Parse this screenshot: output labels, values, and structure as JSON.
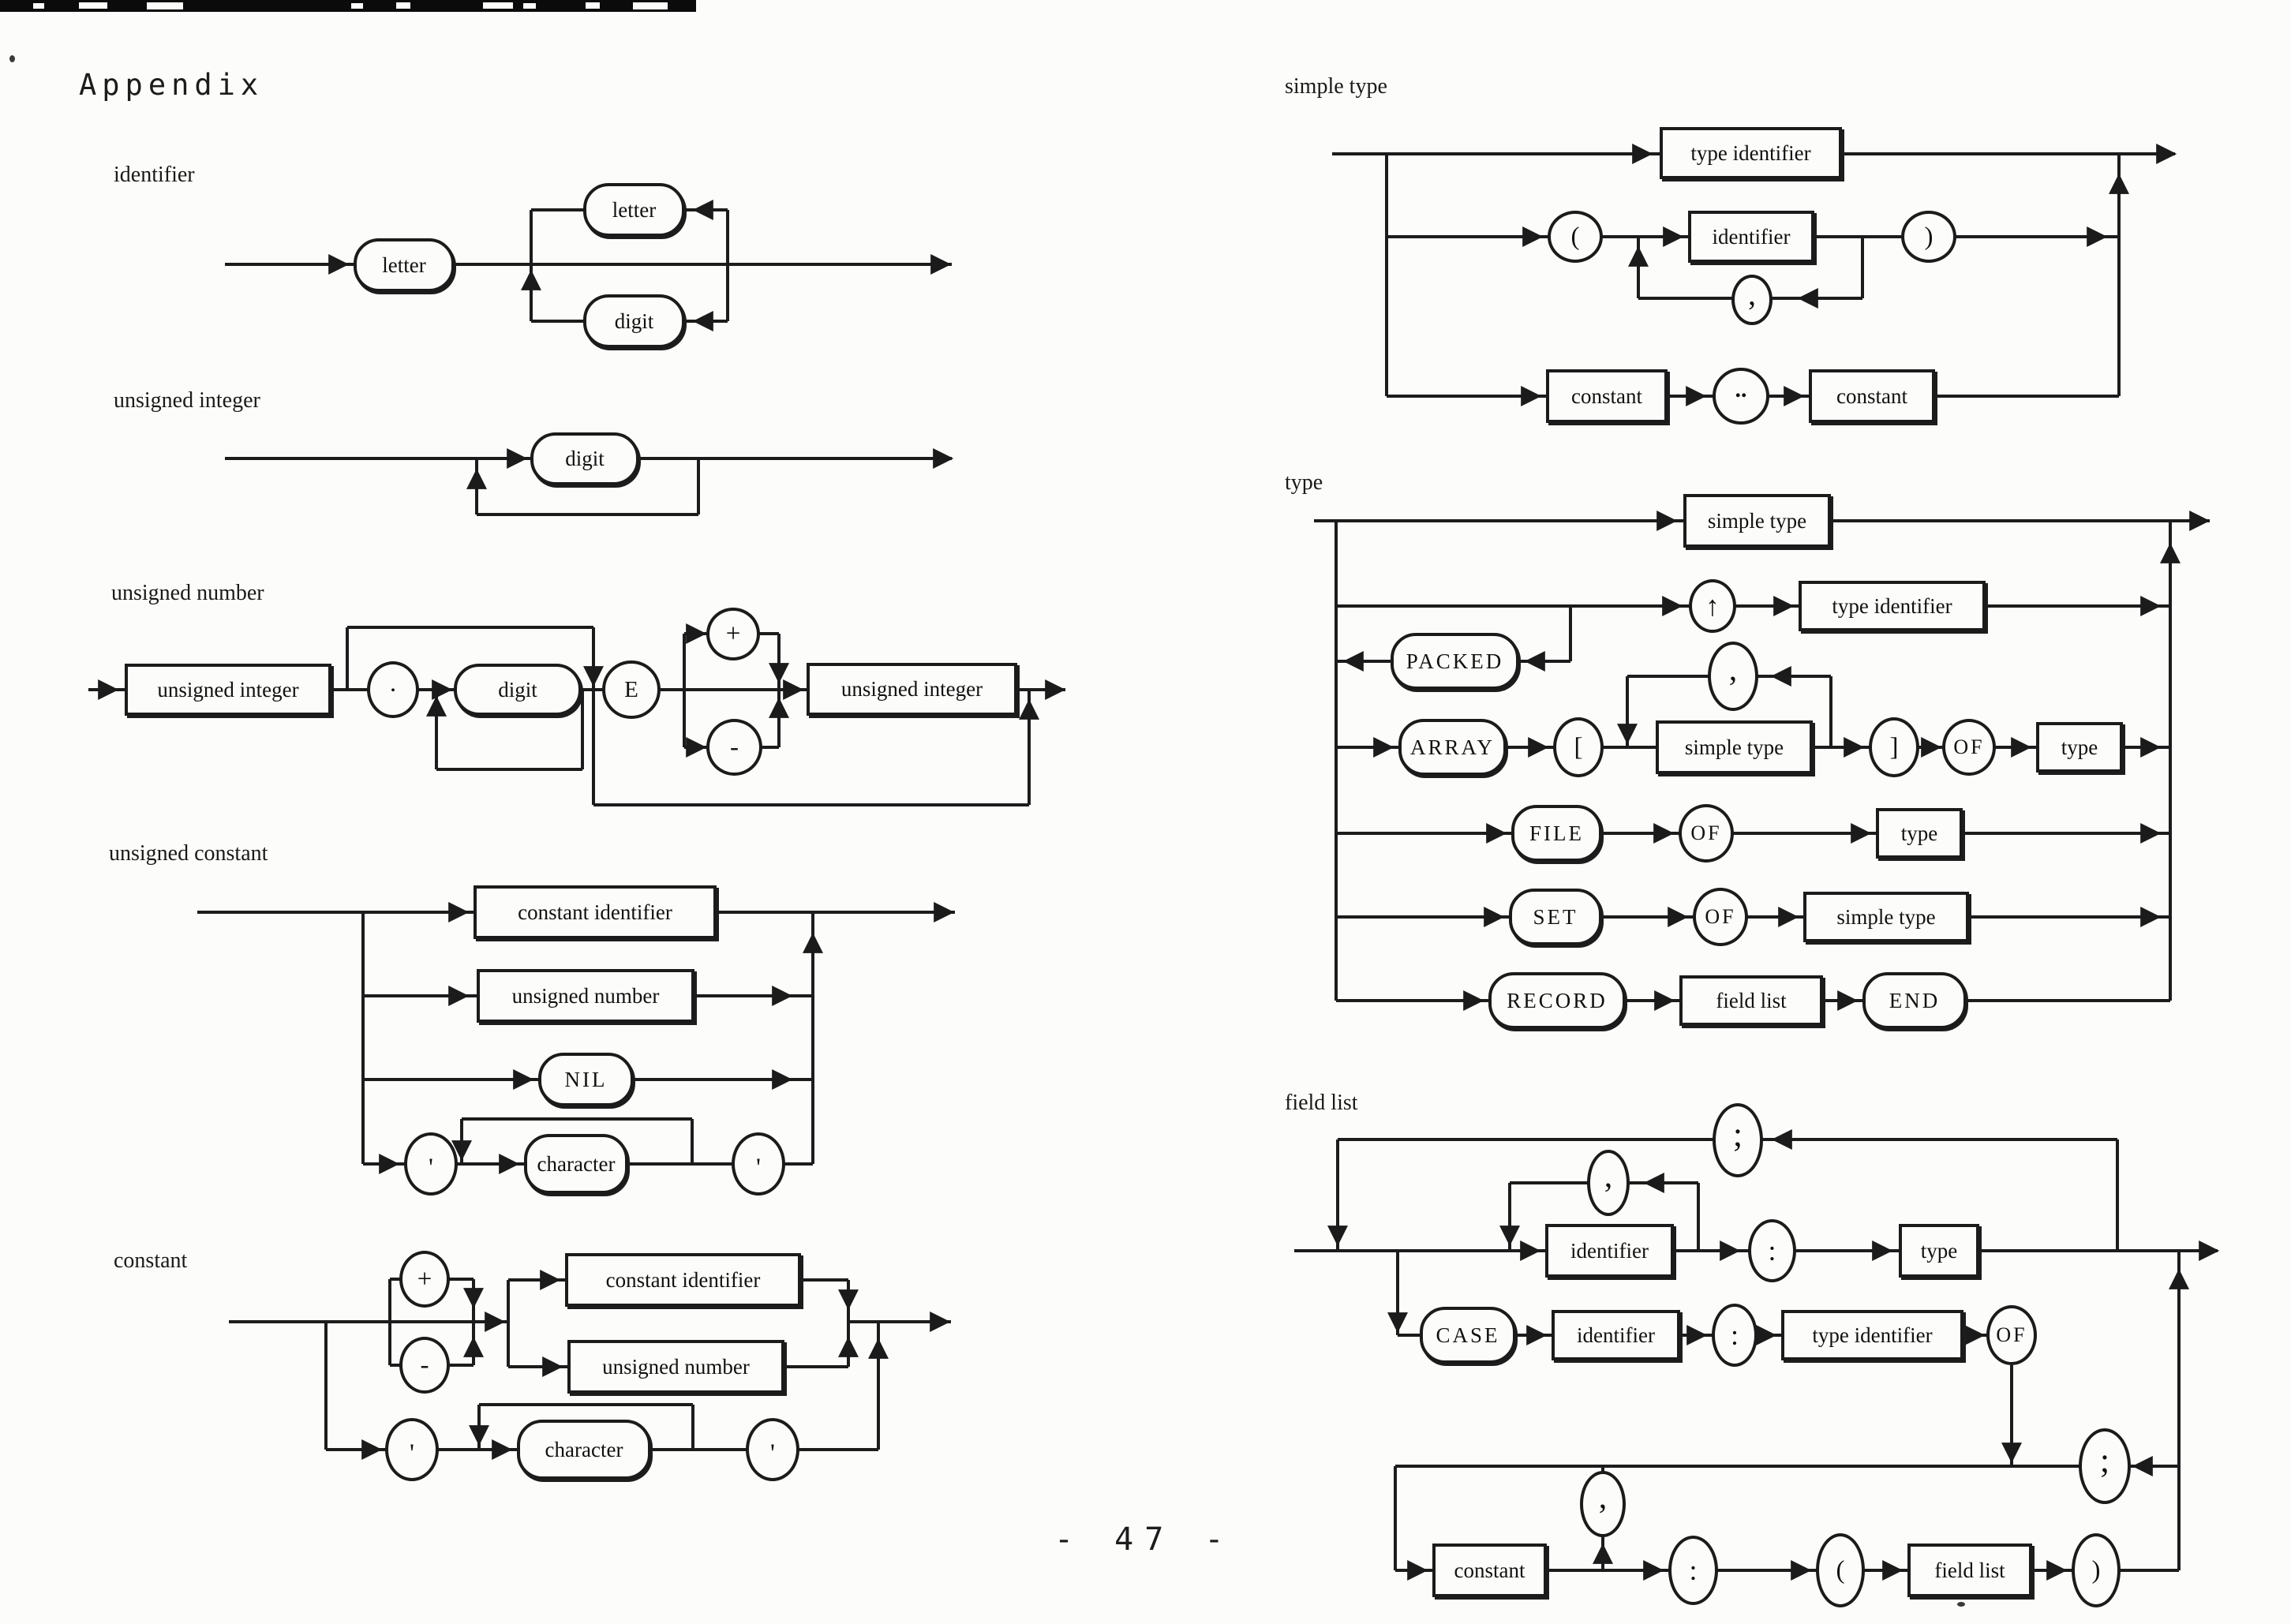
{
  "page": {
    "heading": "Appendix",
    "page_number": "- 47 -"
  },
  "sections": {
    "identifier": {
      "title": "identifier",
      "nodes": {
        "letter_main": "letter",
        "letter_loop": "letter",
        "digit_loop": "digit"
      }
    },
    "unsigned_integer": {
      "title": "unsigned integer",
      "nodes": {
        "digit": "digit"
      }
    },
    "unsigned_number": {
      "title": "unsigned number",
      "nodes": {
        "ui1": "unsigned integer",
        "dot": ".",
        "digit": "digit",
        "e": "E",
        "plus": "+",
        "minus": "-",
        "ui2": "unsigned integer"
      }
    },
    "unsigned_constant": {
      "title": "unsigned constant",
      "nodes": {
        "ci": "constant identifier",
        "un": "unsigned number",
        "nil": "NIL",
        "q1": "'",
        "ch": "character",
        "q2": "'"
      }
    },
    "constant": {
      "title": "constant",
      "nodes": {
        "plus": "+",
        "minus": "-",
        "ci": "constant identifier",
        "un": "unsigned number",
        "q1": "'",
        "ch": "character",
        "q2": "'"
      }
    },
    "simple_type": {
      "title": "simple type",
      "nodes": {
        "ti": "type identifier",
        "lp": "(",
        "id": "identifier",
        "rp": ")",
        "comma": ",",
        "c1": "constant",
        "dots": "..",
        "c2": "constant"
      }
    },
    "type": {
      "title": "type",
      "nodes": {
        "st": "simple type",
        "ptr": "↑",
        "ti": "type identifier",
        "packed": "PACKED",
        "array": "ARRAY",
        "lb": "[",
        "st2": "simple type",
        "comma": ",",
        "rb": "]",
        "of1": "OF",
        "t1": "type",
        "file": "FILE",
        "of2": "OF",
        "t2": "type",
        "set": "SET",
        "of3": "OF",
        "st3": "simple type",
        "record": "RECORD",
        "fl": "field list",
        "end": "END"
      }
    },
    "field_list": {
      "title": "field list",
      "nodes": {
        "semi": ";",
        "comma1": ",",
        "id1": "identifier",
        "colon1": ":",
        "t1": "type",
        "case": "CASE",
        "id2": "identifier",
        "colon2": ":",
        "ti": "type identifier",
        "of": "OF",
        "semi2": ";",
        "constant": "constant",
        "comma2": ",",
        "colon3": ":",
        "lp": "(",
        "fl": "field list",
        "rp": ")"
      }
    }
  }
}
